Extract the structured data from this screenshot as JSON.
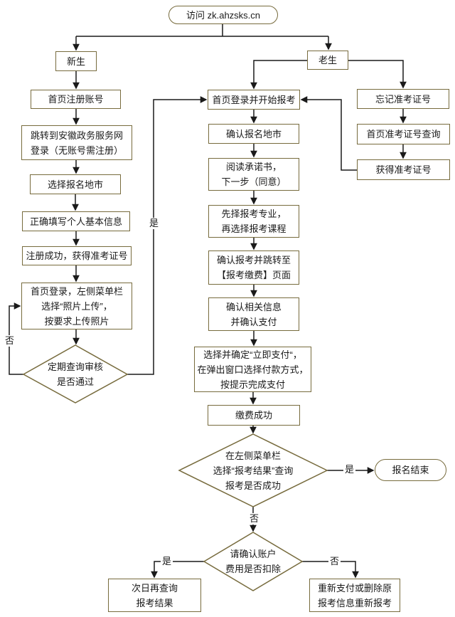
{
  "colors": {
    "node_border": "#776b3d",
    "connector": "#1a1a1a",
    "text": "#1a1a1a",
    "background": "#ffffff"
  },
  "labels": {
    "yes": "是",
    "no": "否"
  },
  "nodes": {
    "start": {
      "shape": "stadium",
      "lines": [
        "访问 zk.ahzsks.cn"
      ]
    },
    "new_student": {
      "shape": "process",
      "lines": [
        "新生"
      ]
    },
    "old_student": {
      "shape": "process",
      "lines": [
        "老生"
      ]
    },
    "register_account": {
      "shape": "process",
      "lines": [
        "首页注册账号"
      ]
    },
    "gov_login": {
      "shape": "process",
      "lines": [
        "跳转到安徽政务服务网",
        "登录（无账号需注册）"
      ]
    },
    "choose_city": {
      "shape": "process",
      "lines": [
        "选择报名地市"
      ]
    },
    "fill_info": {
      "shape": "process",
      "lines": [
        "正确填写个人基本信息"
      ]
    },
    "register_success": {
      "shape": "process",
      "lines": [
        "注册成功，获得准考证号"
      ]
    },
    "upload_photo": {
      "shape": "process",
      "lines": [
        "首页登录，左侧菜单栏",
        "选择“照片上传”，",
        "按要求上传照片"
      ]
    },
    "review_check": {
      "shape": "decision",
      "lines": [
        "定期查询审核",
        "是否通过"
      ]
    },
    "login_apply": {
      "shape": "process",
      "lines": [
        "首页登录并开始报考"
      ]
    },
    "confirm_city": {
      "shape": "process",
      "lines": [
        "确认报名地市"
      ]
    },
    "read_commitment": {
      "shape": "process",
      "lines": [
        "阅读承诺书，",
        "下一步（同意）"
      ]
    },
    "choose_major": {
      "shape": "process",
      "lines": [
        "先择报考专业，",
        "再选择报考课程"
      ]
    },
    "confirm_apply": {
      "shape": "process",
      "lines": [
        "确认报考并跳转至",
        "【报考缴费】页面"
      ]
    },
    "confirm_info": {
      "shape": "process",
      "lines": [
        "确认相关信息",
        "并确认支付"
      ]
    },
    "pay_now": {
      "shape": "process",
      "lines": [
        "选择并确定“立即支付“，",
        "在弹出窗口选择付款方式，",
        "按提示完成支付"
      ]
    },
    "pay_success": {
      "shape": "process",
      "lines": [
        "缴费成功"
      ]
    },
    "check_result": {
      "shape": "decision",
      "lines": [
        "在左侧菜单栏",
        "选择“报考结果”查询",
        "报考是否成功"
      ]
    },
    "end": {
      "shape": "stadium",
      "lines": [
        "报名结束"
      ]
    },
    "check_deduction": {
      "shape": "decision",
      "lines": [
        "请确认账户",
        "费用是否扣除"
      ]
    },
    "query_next_day": {
      "shape": "process",
      "lines": [
        "次日再查询",
        "报考结果"
      ]
    },
    "repay": {
      "shape": "process",
      "lines": [
        "重新支付或删除原",
        "报考信息重新报考"
      ]
    },
    "forgot_number": {
      "shape": "process",
      "lines": [
        "忘记准考证号"
      ]
    },
    "query_number": {
      "shape": "process",
      "lines": [
        "首页准考证号查询"
      ]
    },
    "get_number": {
      "shape": "process",
      "lines": [
        "获得准考证号"
      ]
    }
  }
}
